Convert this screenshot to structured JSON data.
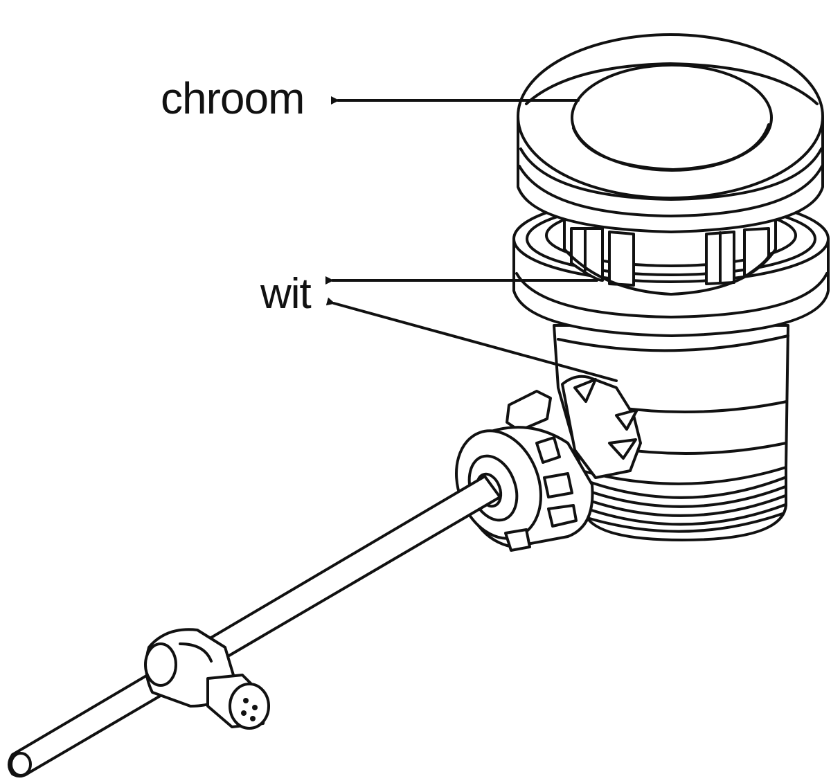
{
  "diagram": {
    "labels": {
      "chroom": "chroom",
      "wit": "wit"
    },
    "colors": {
      "line": "#111111",
      "background": "#ffffff"
    },
    "parts": [
      "push-button-cap",
      "plug-collar",
      "drain-body",
      "threaded-tail",
      "pop-up-rod-connector",
      "lift-rod",
      "rod-clamp"
    ]
  }
}
